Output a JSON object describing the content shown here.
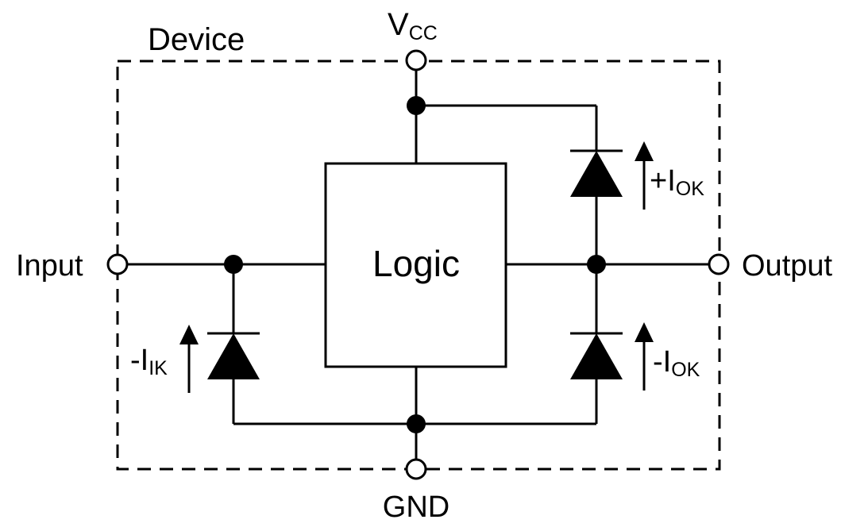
{
  "title": "Device",
  "pins": {
    "vcc": {
      "main": "V",
      "sub": "CC"
    },
    "gnd": "GND",
    "input": "Input",
    "output": "Output"
  },
  "logic_label": "Logic",
  "currents": {
    "plus_iok": {
      "main": "+I",
      "sub": "OK"
    },
    "minus_iok": {
      "main": "-I",
      "sub": "OK"
    },
    "minus_iik": {
      "main": "-I",
      "sub": "IK"
    }
  },
  "colors": {
    "line": "#000000",
    "background": "#ffffff"
  }
}
